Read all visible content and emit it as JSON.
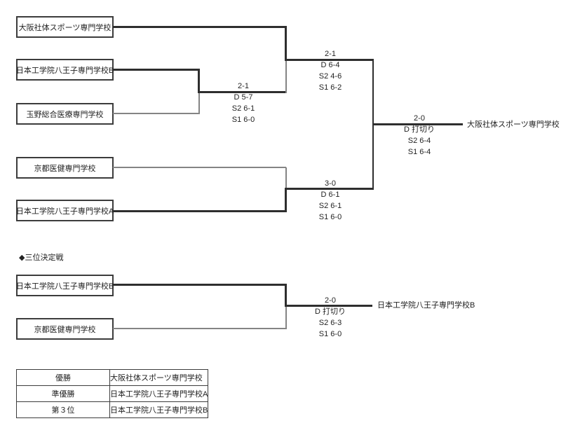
{
  "main_bracket": {
    "teams": [
      "大阪社体スポーツ専門学校",
      "日本工学院八王子専門学校B",
      "玉野総合医療専門学校",
      "京都医健専門学校",
      "日本工学院八王子専門学校A"
    ],
    "matches": {
      "round1": {
        "score": "2-1",
        "games": [
          "D 5-7",
          "S2 6-1",
          "S1 6-0"
        ]
      },
      "semi1": {
        "score": "2-1",
        "games": [
          "D 6-4",
          "S2 4-6",
          "S1 6-2"
        ]
      },
      "semi2": {
        "score": "3-0",
        "games": [
          "D 6-1",
          "S2 6-1",
          "S1 6-0"
        ]
      },
      "final": {
        "score": "2-0",
        "games": [
          "D 打切り",
          "S2 6-4",
          "S1 6-4"
        ],
        "winner": "大阪社体スポーツ専門学校"
      }
    }
  },
  "third_place": {
    "title": "◆三位決定戦",
    "teams": [
      "日本工学院八王子専門学校B",
      "京都医健専門学校"
    ],
    "match": {
      "score": "2-0",
      "games": [
        "D 打切り",
        "S2 6-3",
        "S1 6-0"
      ],
      "winner": "日本工学院八王子専門学校B"
    }
  },
  "results_table": {
    "rows": [
      {
        "label": "優勝",
        "value": "大阪社体スポーツ専門学校"
      },
      {
        "label": "準優勝",
        "value": "日本工学院八王子専門学校A"
      },
      {
        "label": "第３位",
        "value": "日本工学院八王子専門学校B"
      }
    ]
  },
  "colors": {
    "line_bold": "#2e2e2e",
    "line_thin": "#848484",
    "text": "#222222"
  }
}
